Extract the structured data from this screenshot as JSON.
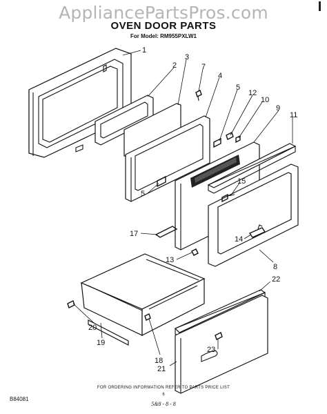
{
  "header": {
    "watermark": "AppliancePartsPros.com",
    "title": "OVEN DOOR PARTS",
    "model_line": "For Model: RM955PXLW1"
  },
  "footer": {
    "ordering_note": "FOR ORDERING INFORMATION REFER TO PARTS PRICE LIST",
    "page_number": "6",
    "doc_id": "B84081",
    "date_code": "5&8 - 8 - 8"
  },
  "callouts": {
    "c1": "1",
    "c2": "2",
    "c3": "3",
    "c4": "4",
    "c5a": "5",
    "c5b": "5",
    "c7": "7",
    "c8": "8",
    "c9": "9",
    "c10": "10",
    "c11": "11",
    "c12": "12",
    "c13": "13",
    "c14": "14",
    "c15": "15",
    "c17": "17",
    "c18": "18",
    "c19": "19",
    "c20": "20",
    "c21": "21",
    "c22": "22",
    "c23": "23"
  }
}
